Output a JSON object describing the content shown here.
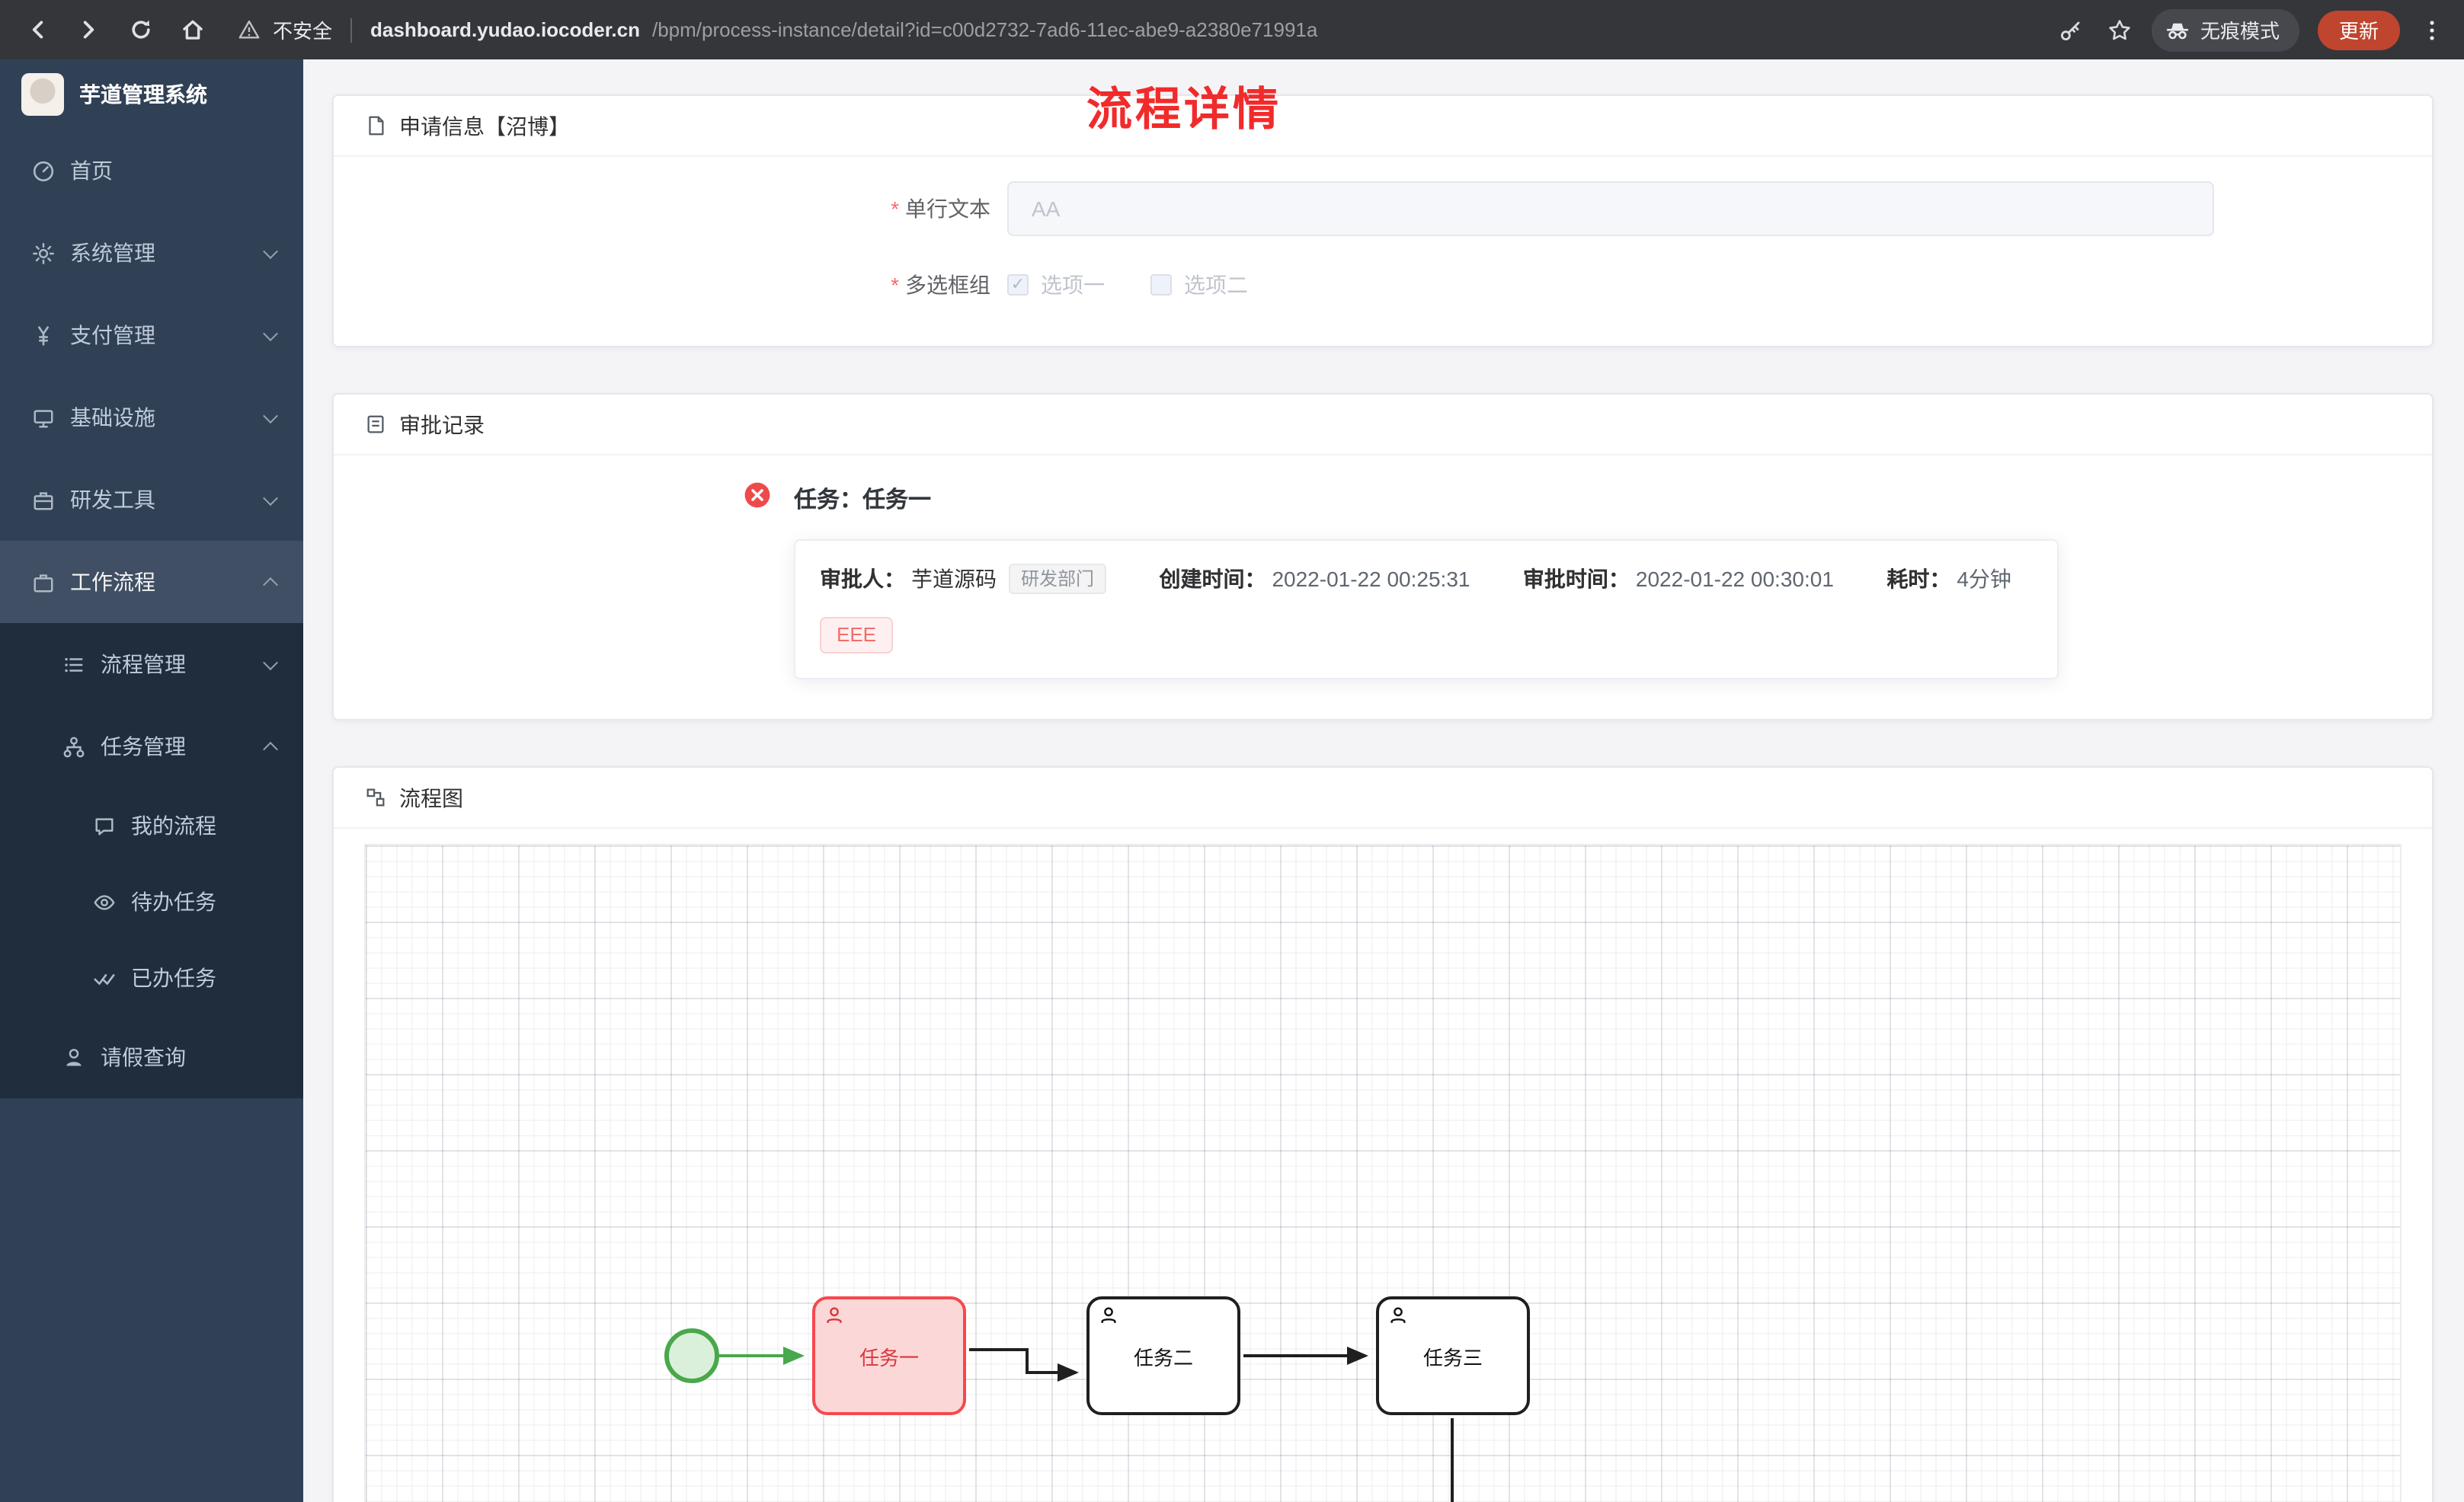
{
  "browser": {
    "security_label": "不安全",
    "url_host": "dashboard.yudao.iocoder.cn",
    "url_path": "/bpm/process-instance/detail?id=c00d2732-7ad6-11ec-abe9-a2380e71991a",
    "incognito_label": "无痕模式",
    "update_label": "更新"
  },
  "sidebar": {
    "app_title": "芋道管理系统",
    "items": [
      {
        "label": "首页"
      },
      {
        "label": "系统管理"
      },
      {
        "label": "支付管理"
      },
      {
        "label": "基础设施"
      },
      {
        "label": "研发工具"
      },
      {
        "label": "工作流程"
      }
    ],
    "workflow_children": [
      {
        "label": "流程管理"
      },
      {
        "label": "任务管理"
      },
      {
        "label": "请假查询"
      }
    ],
    "task_children": [
      {
        "label": "我的流程"
      },
      {
        "label": "待办任务"
      },
      {
        "label": "已办任务"
      }
    ]
  },
  "page": {
    "title": "流程详情"
  },
  "apply_card": {
    "title": "申请信息【沼博】",
    "text_field": {
      "label": "单行文本",
      "value": "AA"
    },
    "checkbox_field": {
      "label": "多选框组",
      "options": [
        {
          "label": "选项一",
          "checked": true
        },
        {
          "label": "选项二",
          "checked": false
        }
      ]
    }
  },
  "approval_card": {
    "title": "审批记录",
    "task_title": "任务：任务一",
    "detail": {
      "approver_label": "审批人：",
      "approver_name": "芋道源码",
      "dept_tag": "研发部门",
      "created_label": "创建时间：",
      "created_time": "2022-01-22 00:25:31",
      "approved_label": "审批时间：",
      "approved_time": "2022-01-22 00:30:01",
      "duration_label": "耗时：",
      "duration_value": "4分钟",
      "comment_tag": "EEE"
    }
  },
  "diagram_card": {
    "title": "流程图",
    "nodes": [
      {
        "label": "任务一",
        "highlighted": true
      },
      {
        "label": "任务二",
        "highlighted": false
      },
      {
        "label": "任务三",
        "highlighted": false
      }
    ]
  },
  "colors": {
    "title_red": "#f12b2b",
    "danger": "#f56c6c",
    "success_green": "#49a84c",
    "sidebar_bg": "#304156",
    "submenu_bg": "#1f2d3d",
    "update_button_bg": "#c0452e"
  }
}
